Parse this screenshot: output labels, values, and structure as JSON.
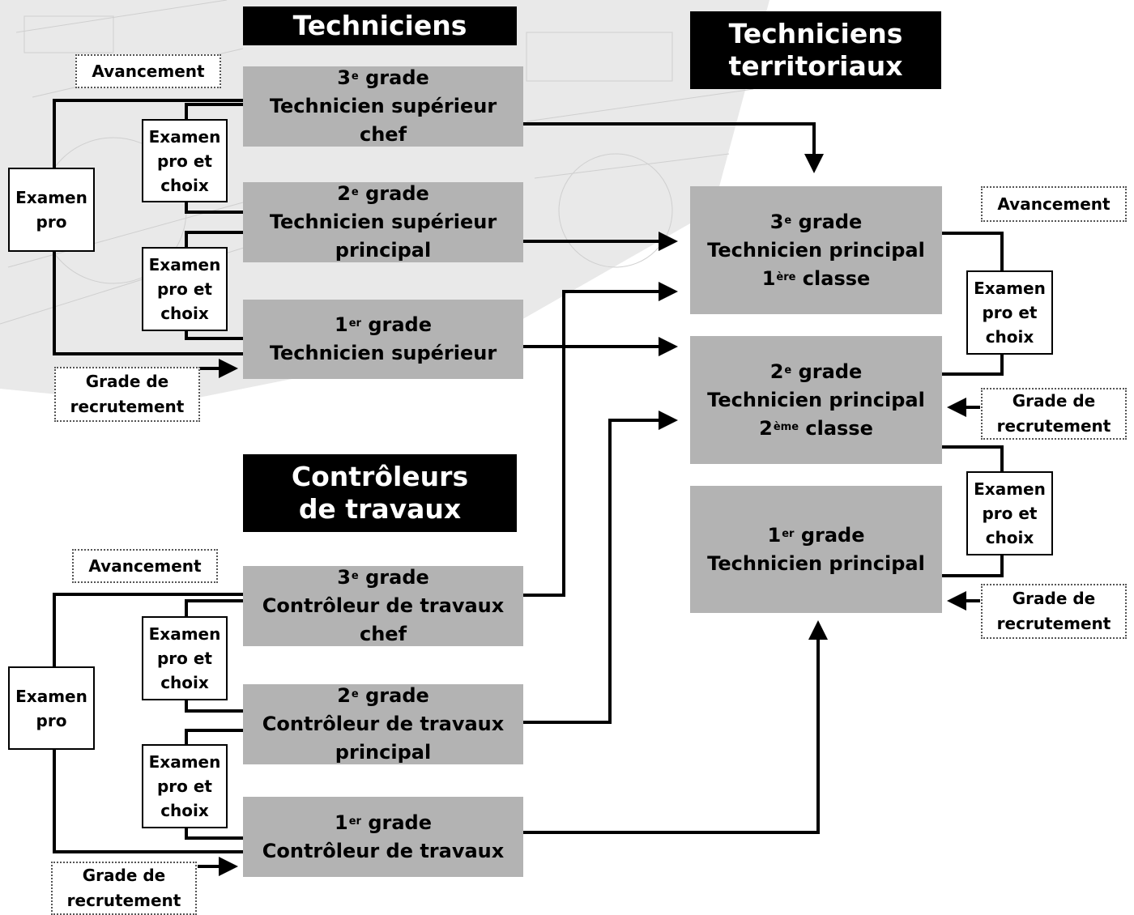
{
  "headers": {
    "techniciens": "Techniciens",
    "territoriaux_l1": "Techniciens",
    "territoriaux_l2": "territoriaux",
    "controleurs_l1": "Contrôleurs",
    "controleurs_l2": "de travaux"
  },
  "techniciens": {
    "g3": {
      "num": "3",
      "sup": "e",
      "word": "grade",
      "l2": "Technicien supérieur",
      "l3": "chef"
    },
    "g2": {
      "num": "2",
      "sup": "e",
      "word": "grade",
      "l2": "Technicien supérieur",
      "l3": "principal"
    },
    "g1": {
      "num": "1",
      "sup": "er",
      "word": "grade",
      "l2": "Technicien supérieur"
    }
  },
  "controleurs": {
    "g3": {
      "num": "3",
      "sup": "e",
      "word": "grade",
      "l2": "Contrôleur de travaux",
      "l3": "chef"
    },
    "g2": {
      "num": "2",
      "sup": "e",
      "word": "grade",
      "l2": "Contrôleur de travaux",
      "l3": "principal"
    },
    "g1": {
      "num": "1",
      "sup": "er",
      "word": "grade",
      "l2": "Contrôleur de travaux"
    }
  },
  "territoriaux": {
    "g3": {
      "num": "3",
      "sup": "e",
      "word": "grade",
      "l2": "Technicien principal",
      "l3_num": "1",
      "l3_sup": "ère",
      "l3_word": "classe"
    },
    "g2": {
      "num": "2",
      "sup": "e",
      "word": "grade",
      "l2": "Technicien principal",
      "l3_num": "2",
      "l3_sup": "ème",
      "l3_word": "classe"
    },
    "g1": {
      "num": "1",
      "sup": "er",
      "word": "grade",
      "l2": "Technicien principal"
    }
  },
  "labels": {
    "avancement": "Avancement",
    "examen_pro_l1": "Examen",
    "examen_pro_l2": "pro",
    "examen_choix_l1": "Examen",
    "examen_choix_l2": "pro et",
    "examen_choix_l3": "choix",
    "grade_recrutement_l1": "Grade de",
    "grade_recrutement_l2": "recrutement"
  }
}
